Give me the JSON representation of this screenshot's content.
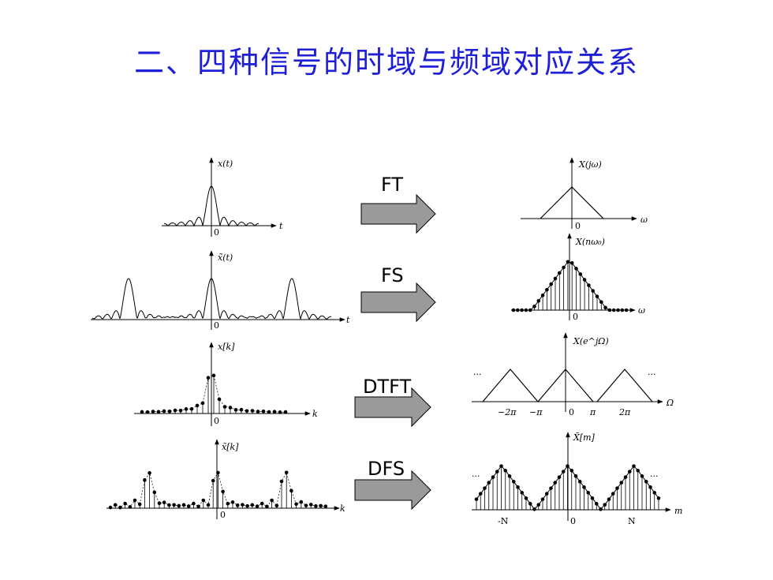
{
  "slide": {
    "title": "二、四种信号的时域与频域对应关系"
  },
  "transforms": {
    "ft": "FT",
    "fs": "FS",
    "dtft": "DTFT",
    "dfs": "DFS"
  },
  "time_domain": {
    "p1": {
      "ylabel": "x(t)",
      "xlabel": "t",
      "origin": "0"
    },
    "p2": {
      "ylabel": "x̃(t)",
      "xlabel": "t",
      "origin": "0"
    },
    "p3": {
      "ylabel": "x[k]",
      "xlabel": "k",
      "origin": "0"
    },
    "p4": {
      "ylabel": "x̃[k]",
      "xlabel": "k",
      "origin": "0"
    }
  },
  "freq_domain": {
    "p1": {
      "ylabel": "X(jω)",
      "xlabel": "ω",
      "origin": "0"
    },
    "p2": {
      "ylabel": "X(nω₀)",
      "xlabel": "ω",
      "origin": "0"
    },
    "p3": {
      "ylabel": "X(e^jΩ)",
      "xlabel": "Ω",
      "origin": "0",
      "ticks": [
        "−2π",
        "−π",
        "π",
        "2π"
      ],
      "dots": "···"
    },
    "p4": {
      "ylabel": "X̃[m]",
      "xlabel": "m",
      "origin": "0",
      "ticks": [
        "-N",
        "N"
      ],
      "dots": "···"
    }
  },
  "colors": {
    "title": "#1f1fd6",
    "arrow_fill": "#9a9a9a",
    "ink": "#000000"
  }
}
